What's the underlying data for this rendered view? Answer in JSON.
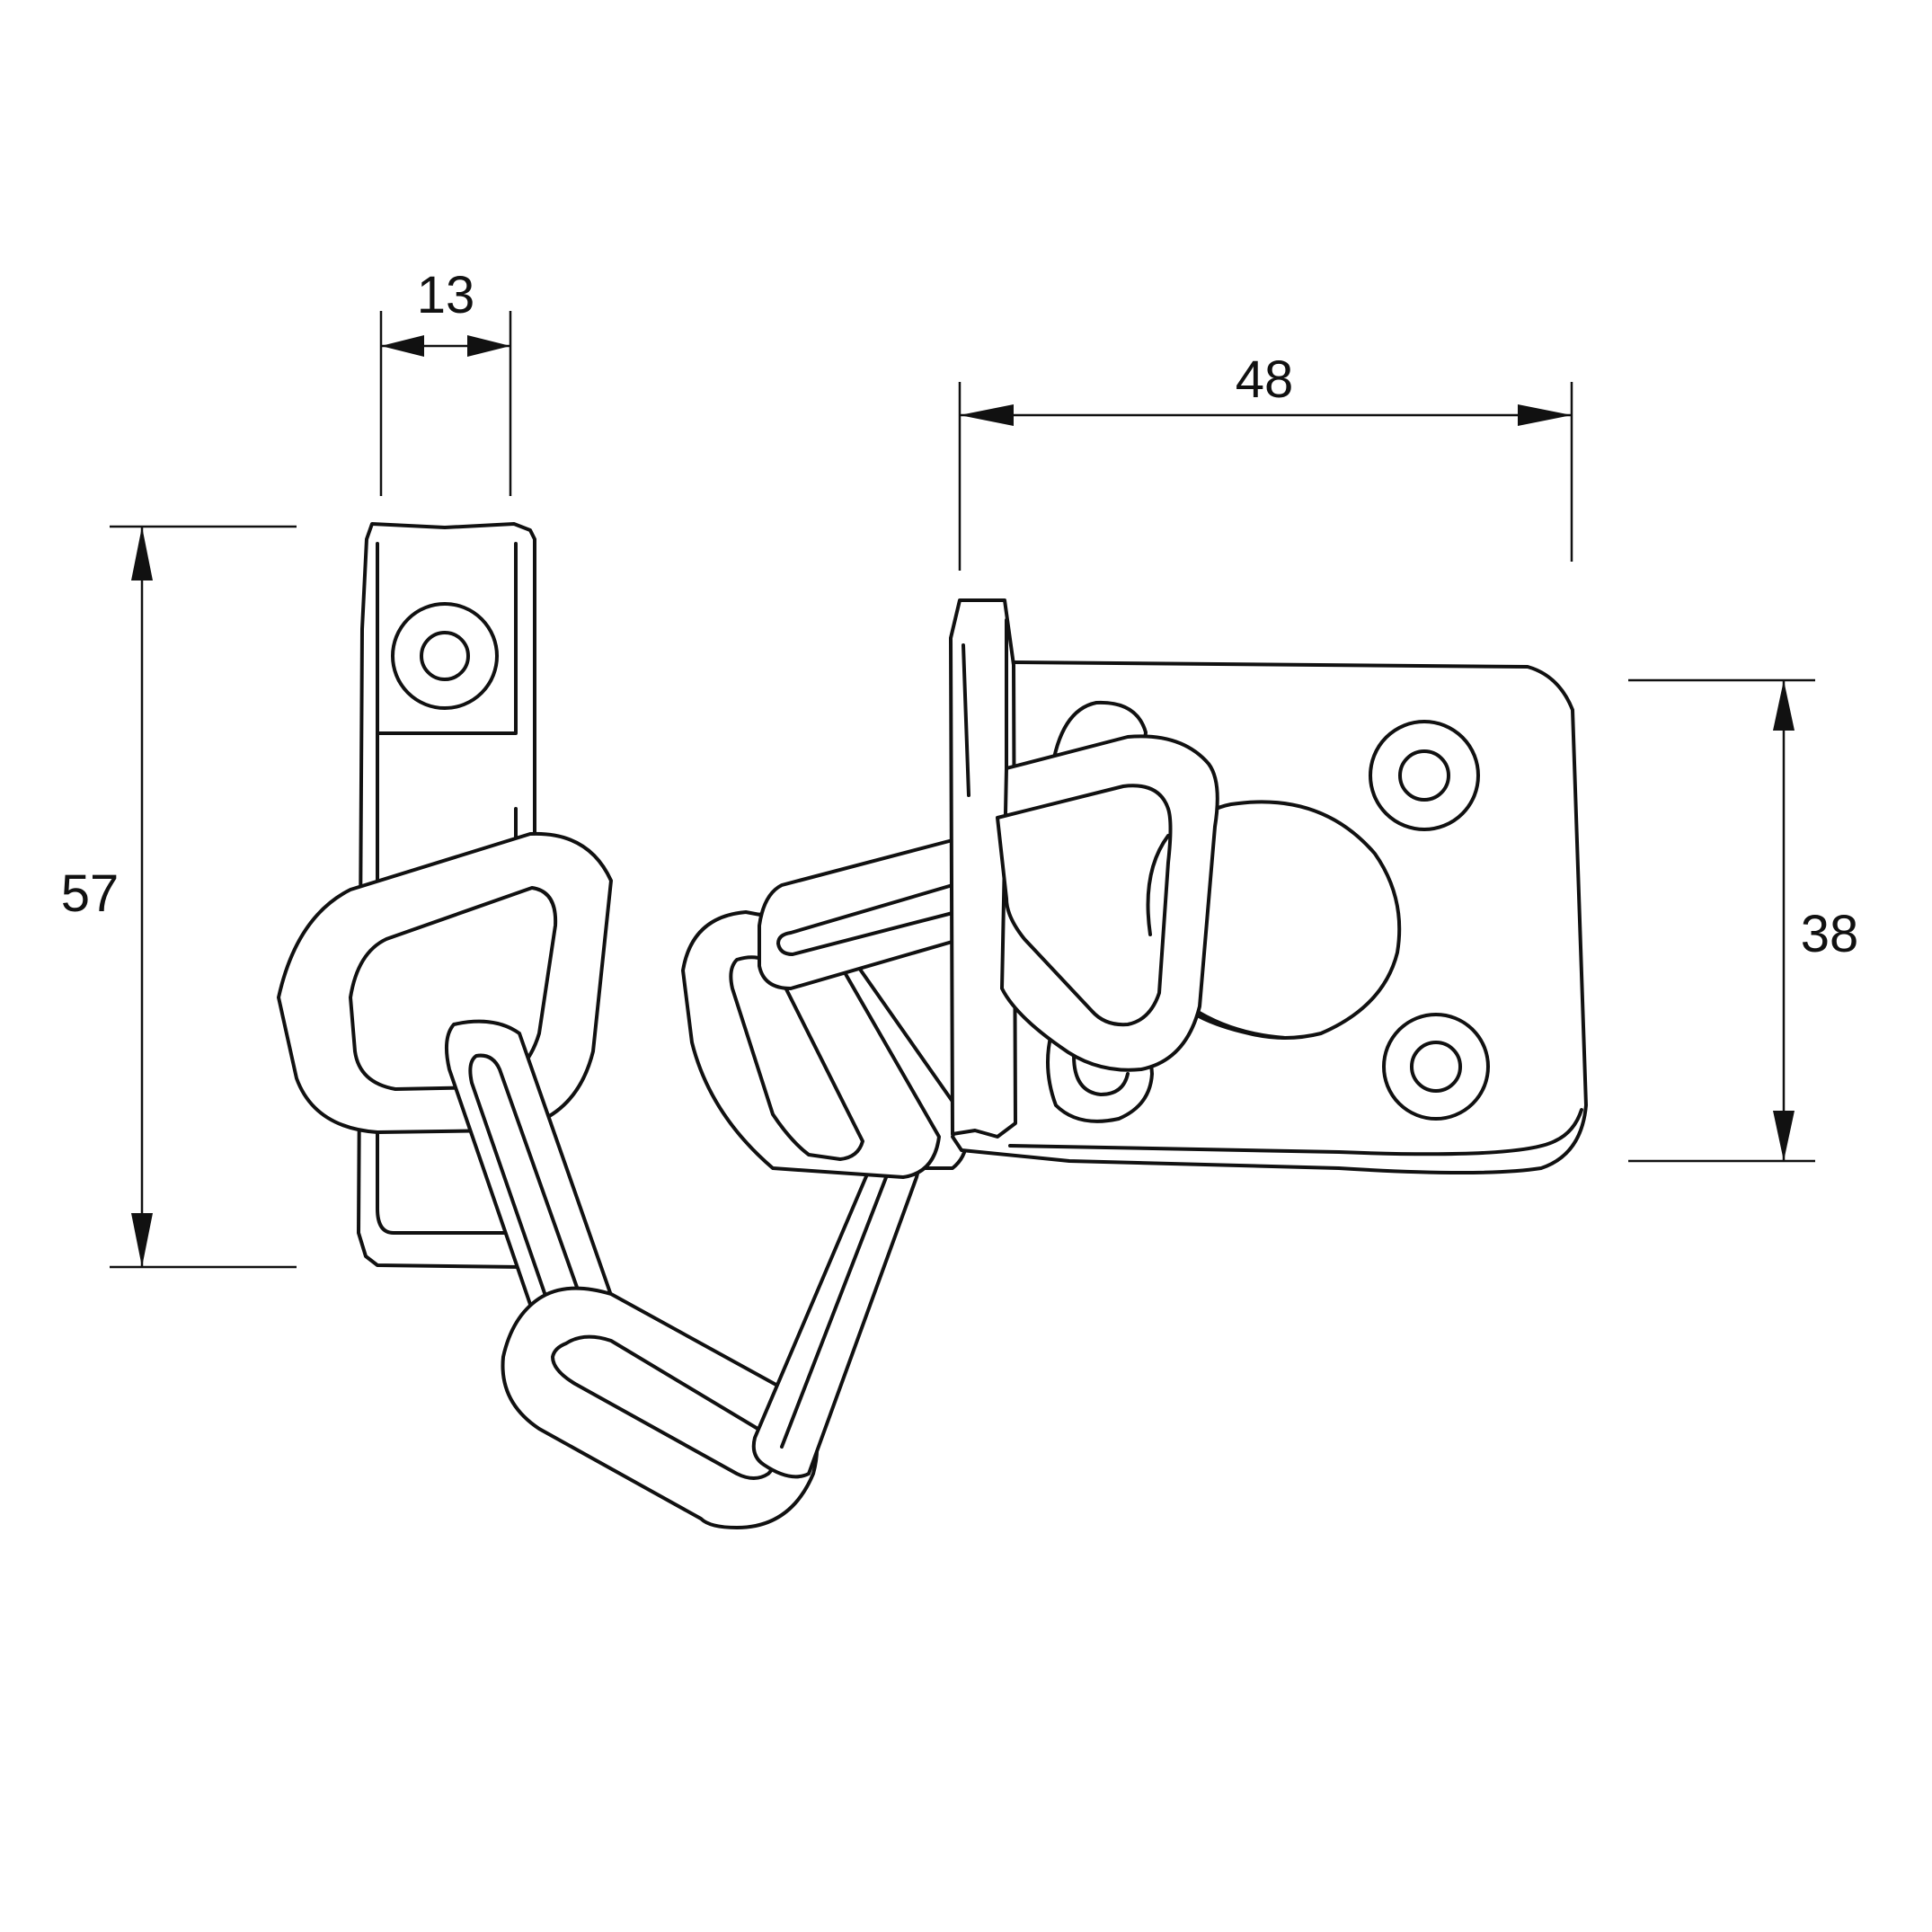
{
  "dimensions": {
    "slide_width": "13",
    "slide_height": "57",
    "plate_width": "48",
    "plate_height": "38"
  },
  "colors": {
    "line": "#111111",
    "background": "#ffffff"
  }
}
